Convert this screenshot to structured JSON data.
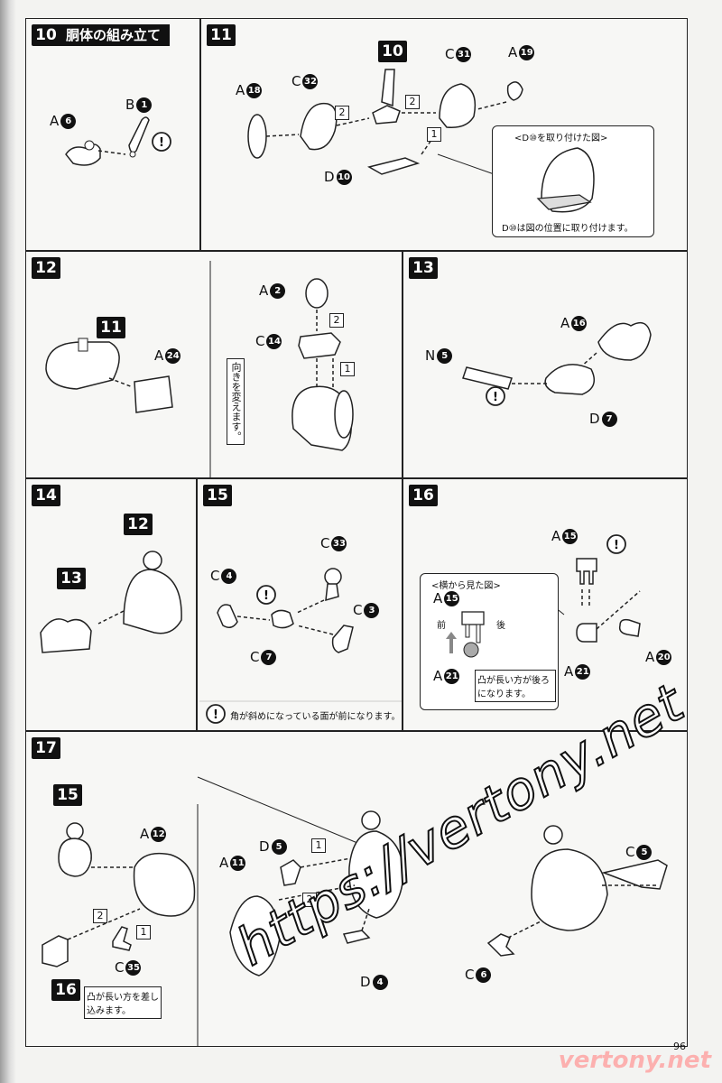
{
  "steps": {
    "s10": {
      "num": "10",
      "title": "胴体の組み立て"
    },
    "s11": {
      "num": "11"
    },
    "s12": {
      "num": "12"
    },
    "s13": {
      "num": "13"
    },
    "s14": {
      "num": "14"
    },
    "s15": {
      "num": "15"
    },
    "s16": {
      "num": "16"
    },
    "s17": {
      "num": "17"
    }
  },
  "labels": {
    "l10a": {
      "letter": "A",
      "num": "6"
    },
    "l10b": {
      "letter": "B",
      "num": "1"
    },
    "l11a18": {
      "letter": "A",
      "num": "18"
    },
    "l11c32": {
      "letter": "C",
      "num": "32"
    },
    "l11c31": {
      "letter": "C",
      "num": "31"
    },
    "l11a19": {
      "letter": "A",
      "num": "19"
    },
    "l11d10": {
      "letter": "D",
      "num": "10"
    },
    "l11ref": {
      "letter": "",
      "num": "10"
    },
    "l12a2": {
      "letter": "A",
      "num": "2"
    },
    "l12c14": {
      "letter": "C",
      "num": "14"
    },
    "l12a24": {
      "letter": "A",
      "num": "24"
    },
    "l12ref": {
      "letter": "",
      "num": "11"
    },
    "l13a16": {
      "letter": "A",
      "num": "16"
    },
    "l13n5": {
      "letter": "N",
      "num": "5"
    },
    "l13d7": {
      "letter": "D",
      "num": "7"
    },
    "l14ref12": {
      "letter": "",
      "num": "12"
    },
    "l14ref13": {
      "letter": "",
      "num": "13"
    },
    "l15c33": {
      "letter": "C",
      "num": "33"
    },
    "l15c4": {
      "letter": "C",
      "num": "4"
    },
    "l15c3": {
      "letter": "C",
      "num": "3"
    },
    "l15c7": {
      "letter": "C",
      "num": "7"
    },
    "l16a15": {
      "letter": "A",
      "num": "15"
    },
    "l16a15b": {
      "letter": "A",
      "num": "15"
    },
    "l16a21": {
      "letter": "A",
      "num": "21"
    },
    "l16a21b": {
      "letter": "A",
      "num": "21"
    },
    "l16a20": {
      "letter": "A",
      "num": "20"
    },
    "l17ref15": {
      "letter": "",
      "num": "15"
    },
    "l17a12": {
      "letter": "A",
      "num": "12"
    },
    "l17c35": {
      "letter": "C",
      "num": "35"
    },
    "l17ref16": {
      "letter": "",
      "num": "16"
    },
    "l17a11": {
      "letter": "A",
      "num": "11"
    },
    "l17d5": {
      "letter": "D",
      "num": "5"
    },
    "l17d4": {
      "letter": "D",
      "num": "4"
    },
    "l17c6": {
      "letter": "C",
      "num": "6"
    },
    "l17c5": {
      "letter": "C",
      "num": "5"
    }
  },
  "notes": {
    "callout11_title": "<D⑩を取り付けた図>",
    "callout11_text": "D⑩は図の位置に取り付けます。",
    "rotate_note": "向きを変えます。",
    "note15": "角が斜めになっている面が前になります。",
    "callout16_title": "<横から見た図>",
    "front": "前",
    "back": "後",
    "callout16_text": "凸が長い方が後ろになります。",
    "note17": "凸が長い方を差し込みます。"
  },
  "order_marks": {
    "one": "1",
    "two": "2"
  },
  "watermark": "https://vertony.net",
  "watermark2": "vertony.net",
  "page_number": "96",
  "colors": {
    "frame": "#222222",
    "badge": "#111111",
    "paper": "#f7f7f5",
    "watermark_pink": "#ff9a9a"
  }
}
